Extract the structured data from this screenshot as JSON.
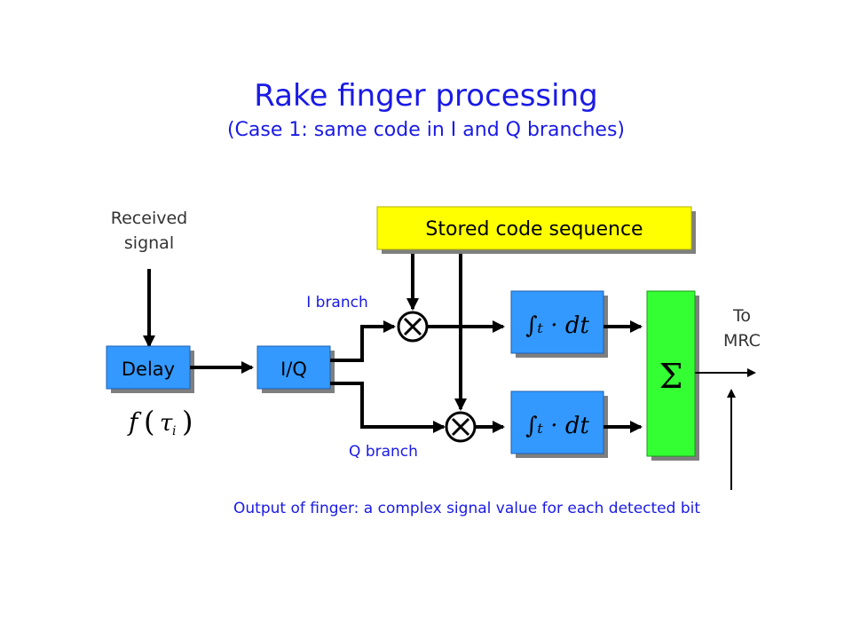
{
  "title": "Rake finger processing",
  "subtitle": "(Case 1: same code in I and Q branches)",
  "labels": {
    "received_line1": "Received",
    "received_line2": "signal",
    "i_branch": "I branch",
    "q_branch": "Q branch",
    "to_mrc_line1": "To",
    "to_mrc_line2": "MRC",
    "output_note": "Output of finger: a complex signal value for each detected bit"
  },
  "blocks": {
    "delay": "Delay",
    "iq": "I/Q",
    "code": "Stored code sequence",
    "integrator_top": "∫ₜ · dt",
    "integrator_bottom": "∫ₜ · dt",
    "sum": "Σ"
  },
  "delay_formula": {
    "f": "f",
    "tau": "τ",
    "sub": "i"
  },
  "multiplier_symbol": "×",
  "colors": {
    "title": "#1a1ae6",
    "block_blue": "#3399ff",
    "block_yellow": "#ffff00",
    "block_green": "#33ff33",
    "shadow": "#7f7f7f"
  }
}
